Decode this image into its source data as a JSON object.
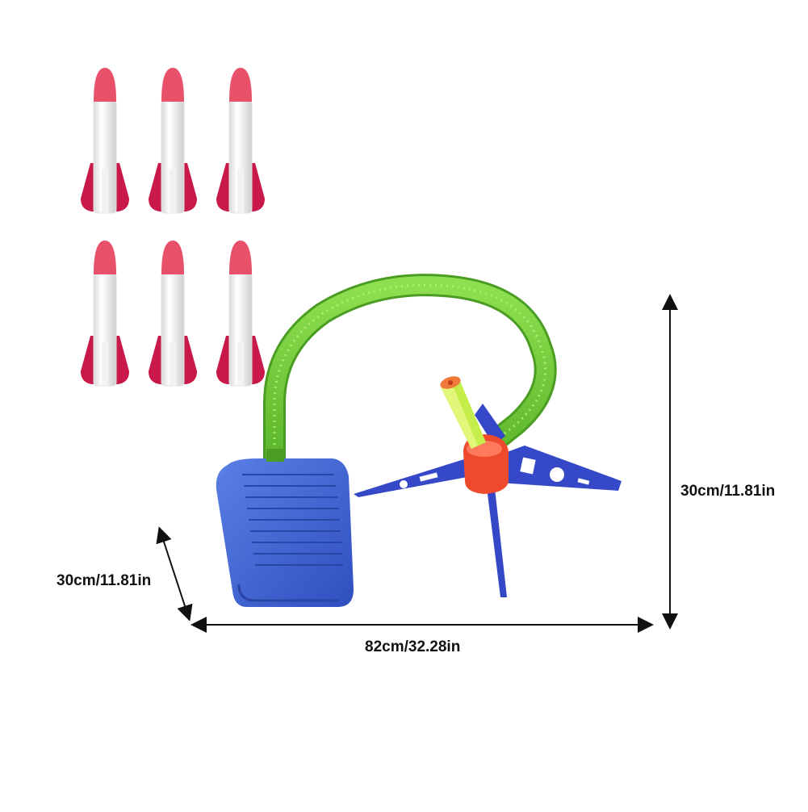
{
  "dimensions": {
    "depth_label": "30cm/11.81in",
    "width_label": "82cm/32.28in",
    "height_label": "30cm/11.81in"
  },
  "rockets": {
    "count": 6,
    "tip_color": "#e8516a",
    "fin_color": "#c8194a",
    "body_color": "#f4f4f4"
  },
  "colors": {
    "pump": "#3f63d6",
    "hose": "#74d13c",
    "stand": "#3548c8",
    "hub": "#f04a2e",
    "arrow": "#111111"
  }
}
